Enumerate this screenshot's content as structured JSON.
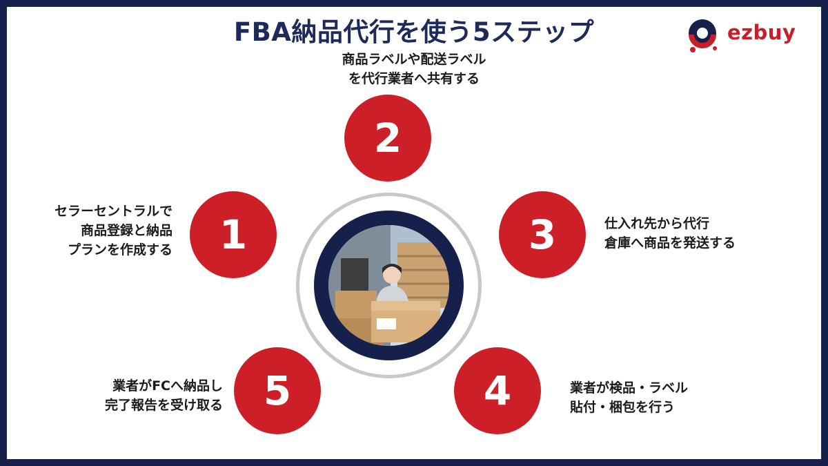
{
  "title": "FBA納品代行を使う5ステップ",
  "logo": {
    "text": "ezbuy",
    "brand_color": "#c81e2a"
  },
  "colors": {
    "frame": "#15214a",
    "step_circle": "#cc1f27",
    "title": "#1d2a5a",
    "ring": "#c8c8c8"
  },
  "steps": [
    {
      "number": "1",
      "line1": "セラーセントラルで",
      "line2": "商品登録と納品",
      "line3": "プランを作成する"
    },
    {
      "number": "2",
      "line1": "商品ラベルや配送ラベル",
      "line2": "を代行業者へ共有する"
    },
    {
      "number": "3",
      "line1": "仕入れ先から代行",
      "line2": "倉庫へ商品を発送する"
    },
    {
      "number": "4",
      "line1": "業者が検品・ラベル",
      "line2": "貼付・梱包を行う"
    },
    {
      "number": "5",
      "line1": "業者がFCへ納品し",
      "line2": "完了報告を受け取る"
    }
  ],
  "center_image": {
    "icon": "warehouse-worker-photo"
  }
}
